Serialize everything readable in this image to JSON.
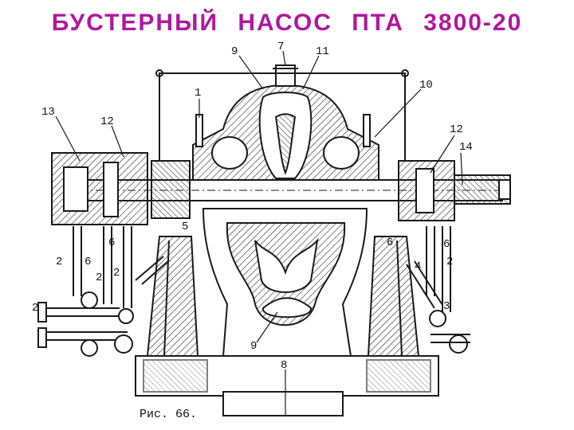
{
  "title": "БУСТЕРНЫЙ НАСОС ПТА 3800-20",
  "caption": "Рис. 66.",
  "callouts": [
    "1",
    "2",
    "2",
    "2",
    "2",
    "2",
    "3",
    "4",
    "5",
    "6",
    "6",
    "6",
    "6",
    "7",
    "8",
    "9",
    "9",
    "10",
    "11",
    "12",
    "12",
    "13",
    "14"
  ],
  "colors": {
    "title": "#b0179e",
    "ink": "#1a1a1a",
    "hatch": "#555555"
  }
}
